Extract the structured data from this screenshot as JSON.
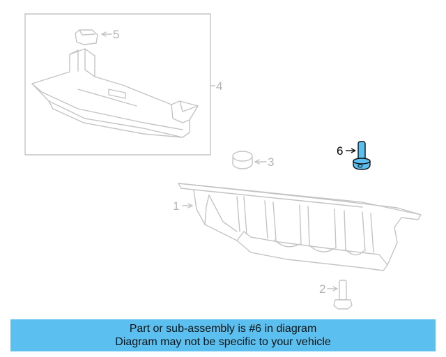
{
  "diagram": {
    "callouts": [
      "1",
      "2",
      "3",
      "4",
      "5",
      "6"
    ],
    "highlighted_callout": "6",
    "highlight_color": "#5bc0f0",
    "line_color": "#c4c4c4"
  },
  "banner": {
    "line1": "Part or sub-assembly is #6 in diagram",
    "line2": "Diagram may not be specific to your vehicle",
    "color": "#5bc0f0"
  }
}
